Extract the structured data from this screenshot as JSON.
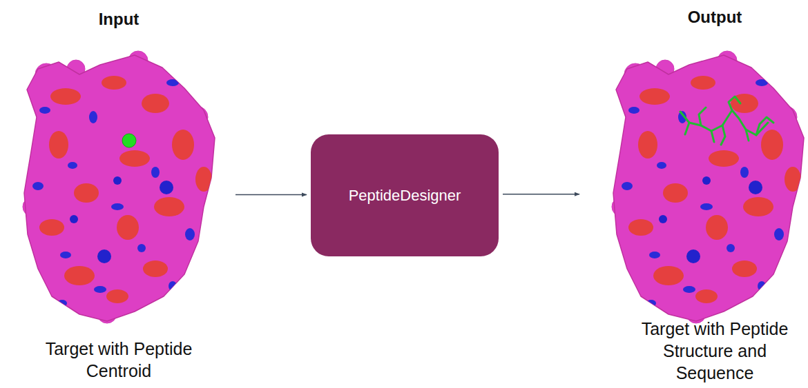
{
  "diagram": {
    "nodes": [
      {
        "text": [
          "Input",
          "Target with Peptide Centroid"
        ]
      },
      {
        "text": [
          "PeptideDesigner"
        ]
      },
      {
        "text": [
          "Output",
          "Target with Peptide Structure and Sequence"
        ]
      }
    ],
    "edges": [
      {
        "from": 0,
        "to": 1,
        "arrow": "to"
      },
      {
        "from": 1,
        "to": 2,
        "arrow": "to"
      }
    ]
  }
}
